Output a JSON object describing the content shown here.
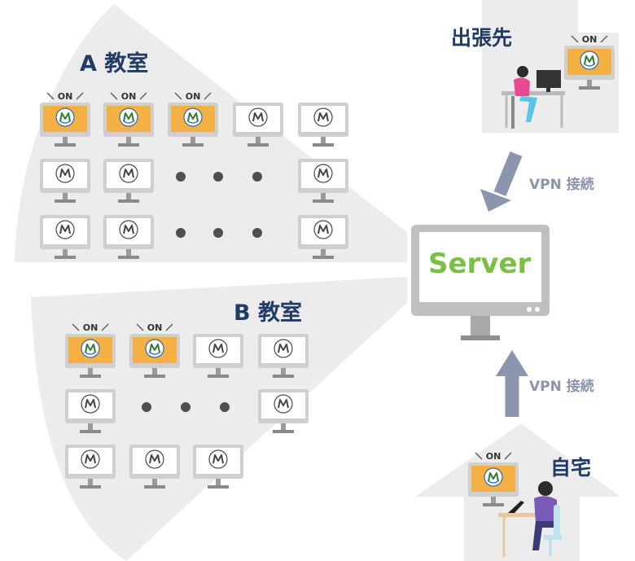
{
  "rooms": {
    "a": {
      "title": "A 教室",
      "rows": [
        [
          "on",
          "on",
          "on",
          "off",
          "gap",
          "off"
        ],
        [
          "off",
          "off",
          "dots",
          "off"
        ],
        [
          "off",
          "off",
          "dots",
          "off"
        ]
      ]
    },
    "b": {
      "title": "B 教室",
      "rows": [
        [
          "on",
          "on",
          "off",
          "off"
        ],
        [
          "off",
          "dots",
          "off"
        ],
        [
          "off",
          "off",
          "off"
        ]
      ]
    }
  },
  "server": {
    "label": "Server"
  },
  "remote": {
    "business_trip": {
      "title": "出張先",
      "on_label": "ON"
    },
    "home": {
      "title": "自宅",
      "on_label": "ON"
    }
  },
  "vpn": {
    "top_label": "VPN 接続",
    "bottom_label": "VPN 接続"
  },
  "pc_on_label": "ON",
  "colors": {
    "on_screen": "#f4b042",
    "off_screen": "#ffffff",
    "monitor_frame": "#c9c9c9",
    "room_fill": "#ececec",
    "title": "#1f3b66",
    "server_text": "#7ac043",
    "arrow": "#8b95ad"
  }
}
